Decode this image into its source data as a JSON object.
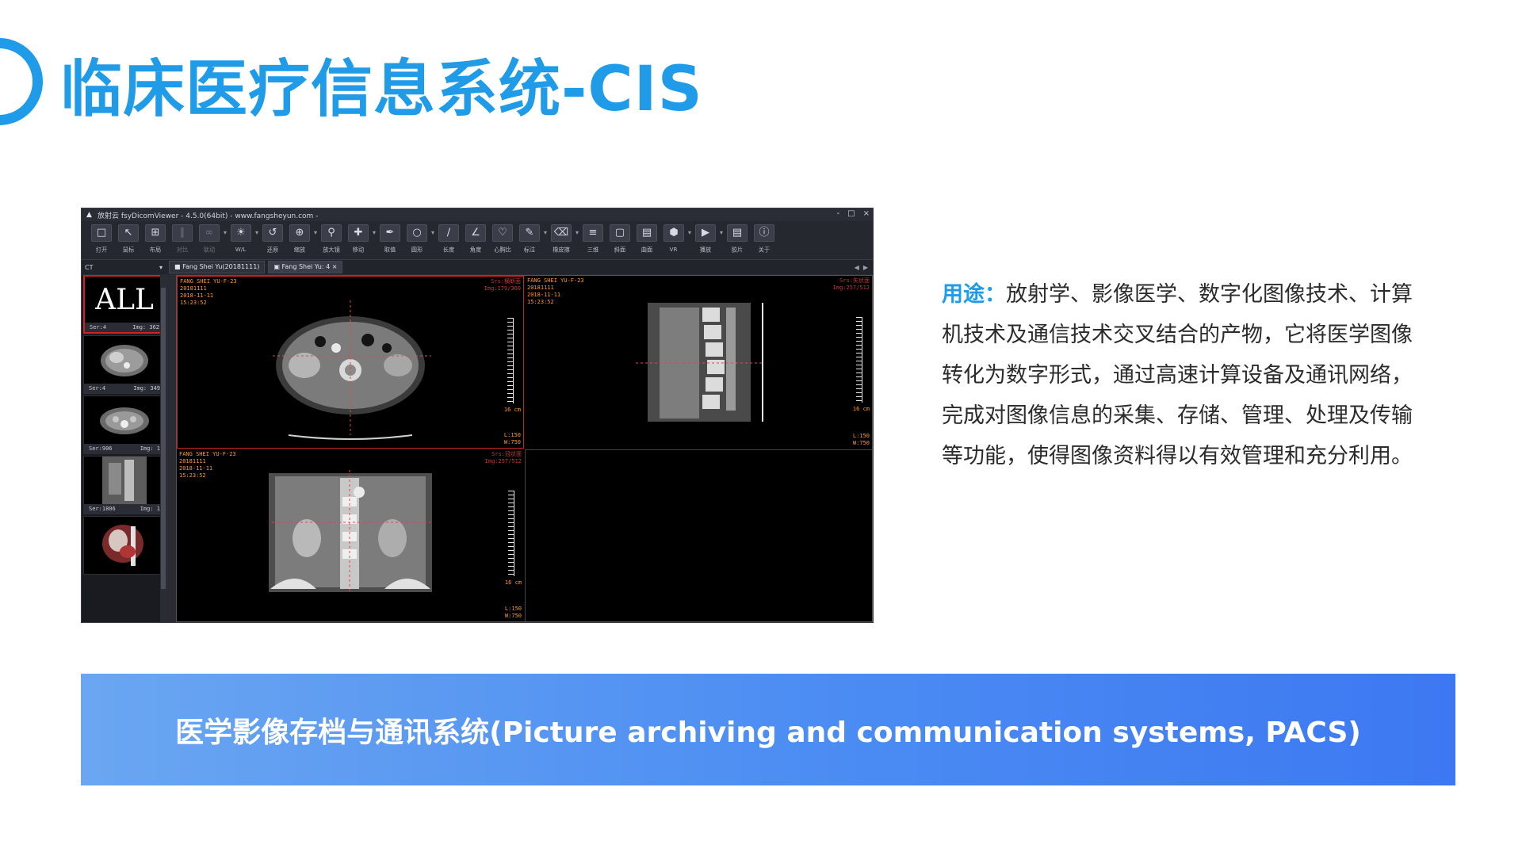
{
  "slide": {
    "title": "临床医疗信息系统-CIS",
    "accent_color": "#1f9be8"
  },
  "viewer": {
    "window_title": "放射云 fsyDicomViewer - 4.5.0(64bit) - www.fangsheyun.com -",
    "window_controls": [
      "-",
      "□",
      "×"
    ],
    "toolbar": [
      {
        "label": "打开",
        "icon": "folder-icon",
        "enabled": true
      },
      {
        "label": "鼠标",
        "icon": "pointer-icon",
        "enabled": true
      },
      {
        "label": "布局",
        "icon": "layout-icon",
        "enabled": true
      },
      {
        "label": "对比",
        "icon": "compare-icon",
        "enabled": false
      },
      {
        "label": "联动",
        "icon": "link-icon",
        "enabled": false
      },
      {
        "label": "W/L",
        "icon": "brightness-icon",
        "enabled": true
      },
      {
        "label": "还原",
        "icon": "reset-icon",
        "enabled": true
      },
      {
        "label": "缩放",
        "icon": "zoom-icon",
        "enabled": true
      },
      {
        "label": "放大镜",
        "icon": "magnifier-icon",
        "enabled": true
      },
      {
        "label": "移动",
        "icon": "move-icon",
        "enabled": true
      },
      {
        "label": "取值",
        "icon": "dropper-icon",
        "enabled": true
      },
      {
        "label": "圆形",
        "icon": "circle-icon",
        "enabled": true
      },
      {
        "label": "长度",
        "icon": "length-icon",
        "enabled": true
      },
      {
        "label": "角度",
        "icon": "angle-icon",
        "enabled": true
      },
      {
        "label": "心胸比",
        "icon": "heart-icon",
        "enabled": true
      },
      {
        "label": "标注",
        "icon": "annotate-icon",
        "enabled": true
      },
      {
        "label": "橡皮擦",
        "icon": "eraser-icon",
        "enabled": true
      },
      {
        "label": "三维",
        "icon": "layers-icon",
        "enabled": true
      },
      {
        "label": "斜面",
        "icon": "oblique-icon",
        "enabled": true
      },
      {
        "label": "曲面",
        "icon": "curved-icon",
        "enabled": true
      },
      {
        "label": "VR",
        "icon": "cube-icon",
        "enabled": true
      },
      {
        "label": "播放",
        "icon": "play-icon",
        "enabled": true
      },
      {
        "label": "胶片",
        "icon": "film-icon",
        "enabled": true
      },
      {
        "label": "关于",
        "icon": "info-icon",
        "enabled": true
      }
    ],
    "modality": "CT",
    "tabs": [
      {
        "label": "Fang Shei Yu(20181111)"
      },
      {
        "label": "Fang Shei Yu: 4"
      }
    ],
    "tab_close": "×",
    "thumbnails": [
      {
        "caption": "ALL",
        "ser": "Ser:4",
        "img": "Img: 362",
        "image": "all-series"
      },
      {
        "ser": "Ser:4",
        "img": "Img: 349",
        "image": "axial-abdomen"
      },
      {
        "ser": "Ser:906",
        "img": "Img: 1",
        "image": "axial-abdomen-2"
      },
      {
        "ser": "Ser:1806",
        "img": "Img: 1",
        "image": "sagittal-spine"
      },
      {
        "image": "vr-rendering"
      }
    ],
    "panes": [
      {
        "name": "axial",
        "info_tl": [
          "FANG SHEI YU-F-23",
          "20181111",
          "2018-11-11",
          "15:23:52"
        ],
        "info_tr": [
          "Srs:横断面",
          "Img:179/360"
        ],
        "scale": "16 cm",
        "wl": [
          "L:150",
          "W:750"
        ]
      },
      {
        "name": "sagittal",
        "info_tl": [
          "FANG SHEI YU-F-23",
          "20181111",
          "2018-11-11",
          "15:23:52"
        ],
        "info_tr": [
          "Srs:矢状面",
          "Img:257/512"
        ],
        "scale": "16 cm",
        "wl": [
          "L:150",
          "W:750"
        ]
      },
      {
        "name": "coronal",
        "info_tl": [
          "FANG SHEI YU-F-23",
          "20181111",
          "2018-11-11",
          "15:23:52"
        ],
        "info_tr": [
          "Srs:冠状面",
          "Img:257/512"
        ],
        "scale": "16 cm",
        "wl": [
          "L:150",
          "W:750"
        ]
      },
      {
        "name": "empty"
      }
    ]
  },
  "description": {
    "lead": "用途：",
    "text": "放射学、影像医学、数字化图像技术、计算机技术及通信技术交叉结合的产物，它将医学图像转化为数字形式，通过高速计算设备及通讯网络，完成对图像信息的采集、存储、管理、处理及传输等功能，使得图像资料得以有效管理和充分利用。"
  },
  "banner": {
    "text": "医学影像存档与通讯系统(Picture archiving and communication systems, PACS)",
    "gradient": [
      "#6aa6f1",
      "#3d78f2"
    ]
  }
}
